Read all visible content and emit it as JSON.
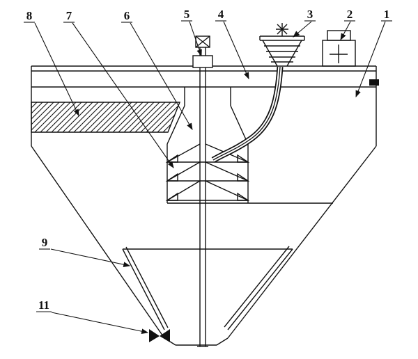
{
  "figure": {
    "labels": [
      {
        "text": "8"
      },
      {
        "text": "7"
      },
      {
        "text": "6"
      },
      {
        "text": "5"
      },
      {
        "text": "4"
      },
      {
        "text": "3"
      },
      {
        "text": "2"
      },
      {
        "text": "1"
      },
      {
        "text": "9"
      },
      {
        "text": "11"
      }
    ],
    "line_color": "#111111",
    "background_color": "#ffffff"
  }
}
